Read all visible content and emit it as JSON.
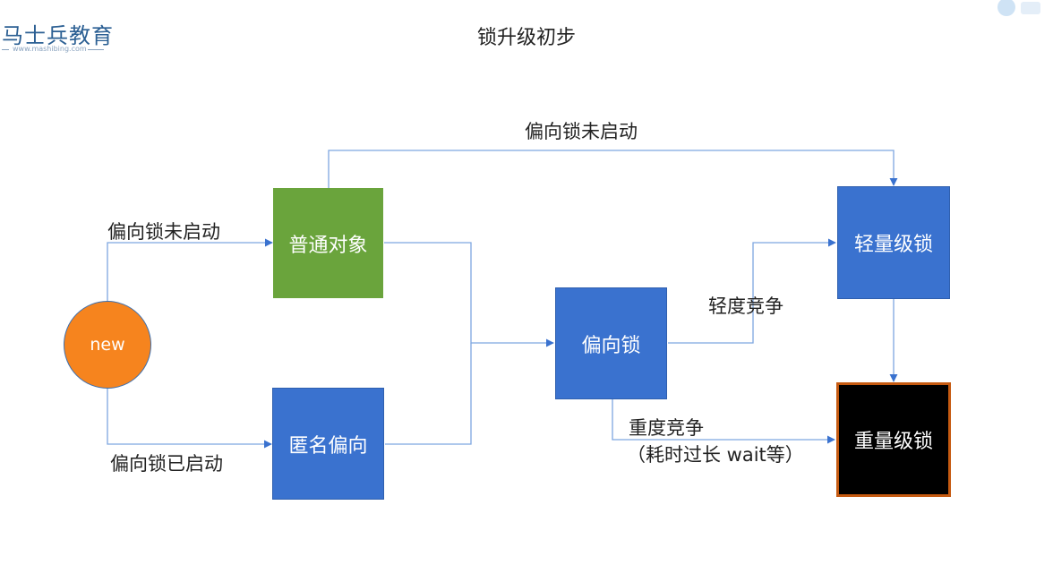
{
  "logo": {
    "brand": "马士兵教育",
    "url": "www.mashibing.com"
  },
  "title": "锁升级初步",
  "nodes": {
    "new": "new",
    "normal_object": "普通对象",
    "anonymous_biased": "匿名偏向",
    "biased_lock": "偏向锁",
    "lightweight_lock": "轻量级锁",
    "heavyweight_lock": "重量级锁"
  },
  "edges": {
    "top_not_started": "偏向锁未启动",
    "left_not_started": "偏向锁未启动",
    "left_started": "偏向锁已启动",
    "light_contention": "轻度竞争",
    "heavy_contention": "重度竞争",
    "heavy_contention_note": "（耗时过长 wait等）"
  },
  "colors": {
    "green": "#6aa43c",
    "blue": "#3a72cf",
    "black": "#000000",
    "orange": "#f6841e",
    "heavy_border": "#c55a11",
    "line": "#7ea6e0"
  }
}
